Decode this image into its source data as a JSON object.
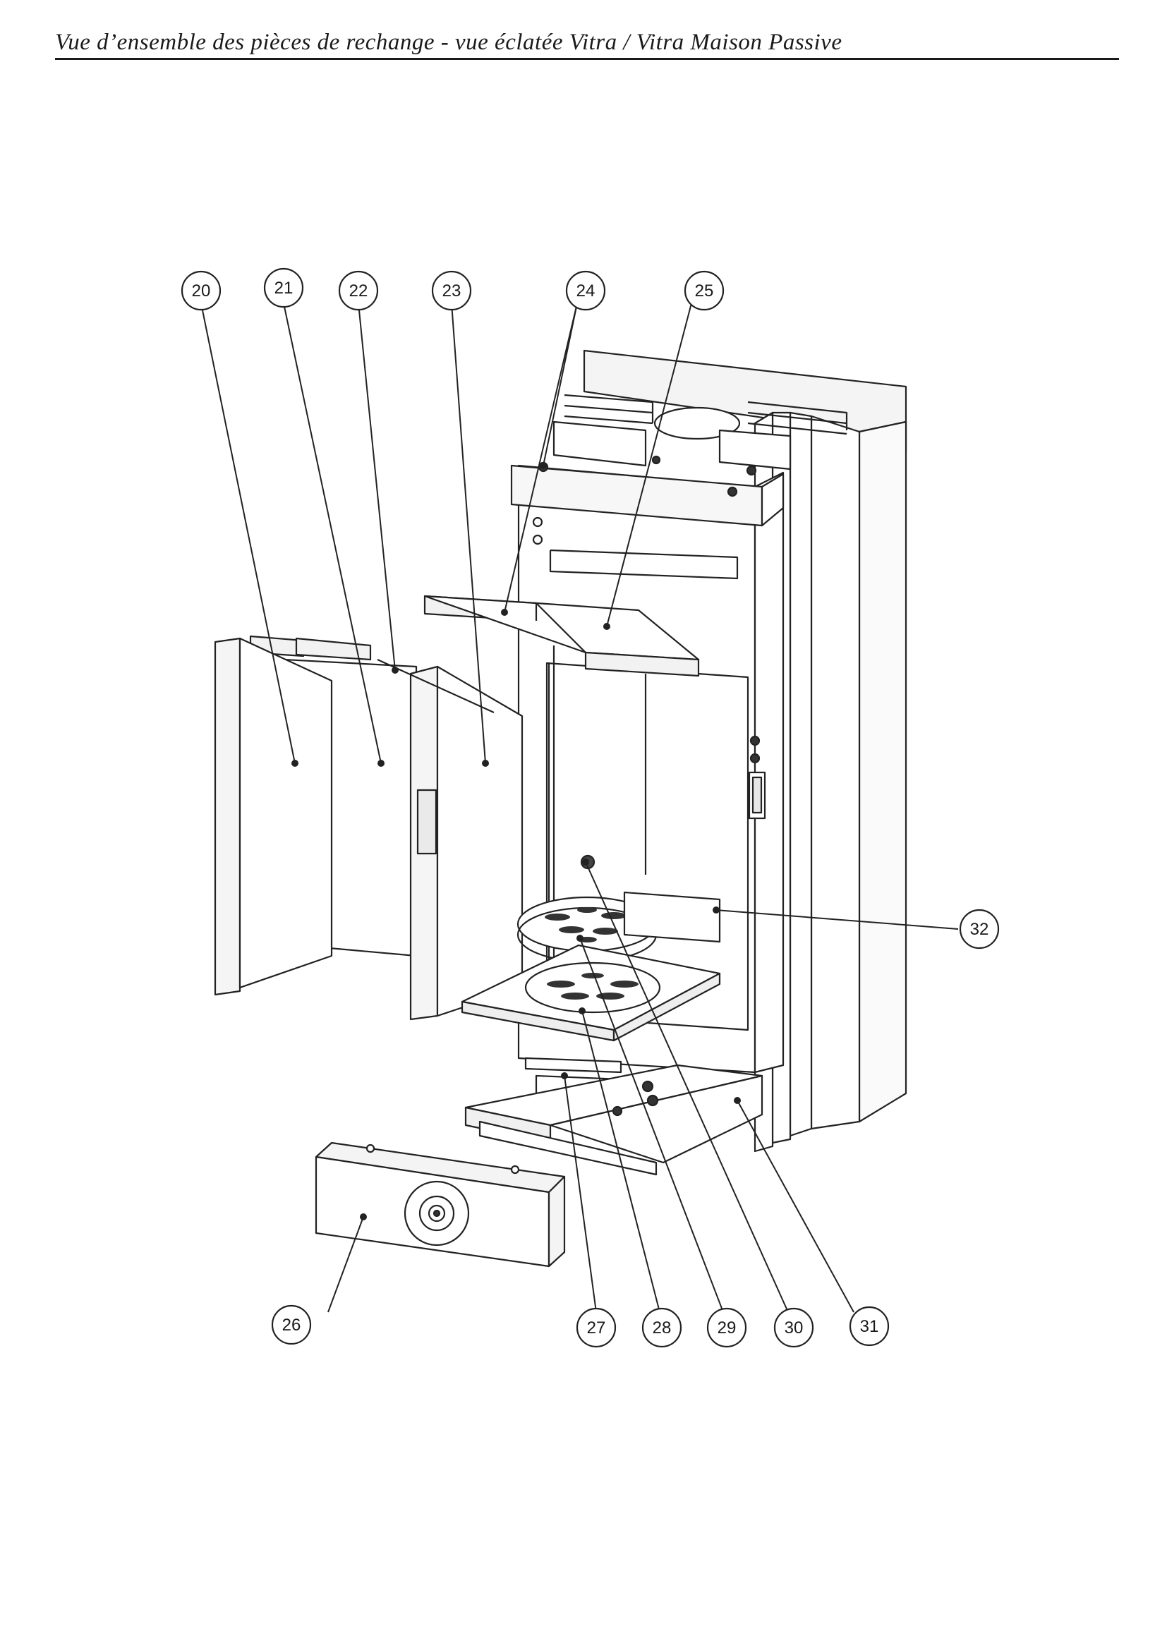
{
  "header": {
    "title": "Vue d’ensemble des pièces de rechange - vue éclatée Vitra / Vitra Maison Passive"
  },
  "callouts": [
    {
      "id": "20",
      "label": "20"
    },
    {
      "id": "21",
      "label": "21"
    },
    {
      "id": "22",
      "label": "22"
    },
    {
      "id": "23",
      "label": "23"
    },
    {
      "id": "24",
      "label": "24"
    },
    {
      "id": "25",
      "label": "25"
    },
    {
      "id": "26",
      "label": "26"
    },
    {
      "id": "27",
      "label": "27"
    },
    {
      "id": "28",
      "label": "28"
    },
    {
      "id": "29",
      "label": "29"
    },
    {
      "id": "30",
      "label": "30"
    },
    {
      "id": "31",
      "label": "31"
    },
    {
      "id": "32",
      "label": "32"
    }
  ]
}
